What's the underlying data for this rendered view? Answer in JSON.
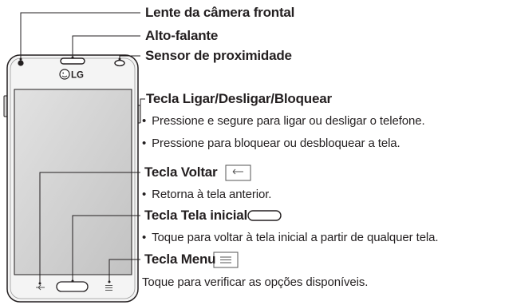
{
  "logo": "LG",
  "labels": {
    "front_camera": "Lente da câmera frontal",
    "speaker": "Alto-falante",
    "proximity": "Sensor de proximidade",
    "power": "Tecla Ligar/Desligar/Bloquear",
    "power_desc_1": "Pressione e segure para ligar ou desligar o telefone.",
    "power_desc_2": "Pressione para bloquear ou desbloquear a tela.",
    "back": "Tecla Voltar",
    "back_desc": "Retorna à tela anterior.",
    "home": "Tecla Tela inicial",
    "home_desc": "Toque para voltar à tela inicial a partir de qualquer tela.",
    "menu": "Tecla Menu",
    "menu_desc": "Toque para verificar as opções disponíveis."
  },
  "icons": [
    "back-key-icon",
    "home-key-icon",
    "menu-key-icon"
  ],
  "colors": {
    "line": "#231f20",
    "screen": "#cfcfcf",
    "body": "#f4f4f4"
  }
}
